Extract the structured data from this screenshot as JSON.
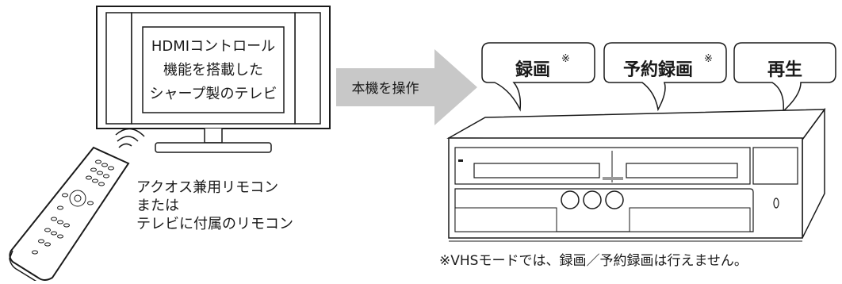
{
  "tv": {
    "screen_lines": [
      "HDMIコントロール",
      "機能を搭載した",
      "シャープ製のテレビ"
    ]
  },
  "arrow": {
    "label": "本機を操作"
  },
  "bubbles": [
    {
      "label": "録画",
      "mark": "※"
    },
    {
      "label": "予約録画",
      "mark": "※"
    },
    {
      "label": "再生",
      "mark": ""
    }
  ],
  "remote": {
    "caption_lines": [
      "アクオス兼用リモコン",
      "または",
      "テレビに付属のリモコン"
    ]
  },
  "footnote": "※VHSモードでは、録画／予約録画は行えません。",
  "colors": {
    "arrow_fill": "#c8c8c8",
    "line": "#1a1a1a",
    "panel_gray": "#9a9a9a"
  }
}
